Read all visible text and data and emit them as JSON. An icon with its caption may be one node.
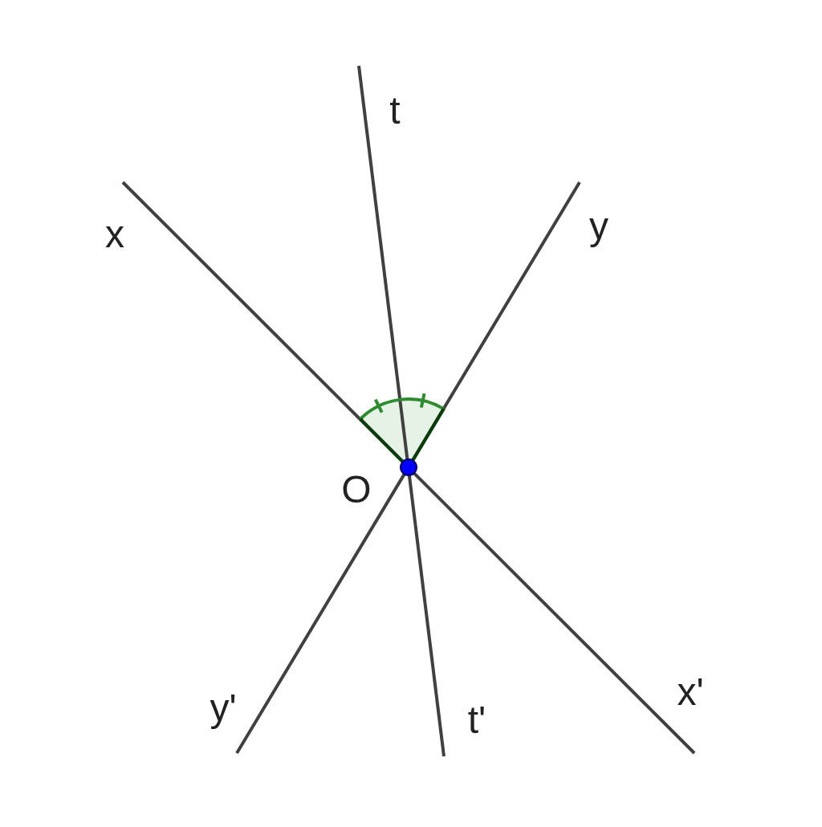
{
  "diagram": {
    "labels": [
      "t",
      "x",
      "y",
      "O",
      "y'",
      "t'",
      "x'"
    ]
  }
}
